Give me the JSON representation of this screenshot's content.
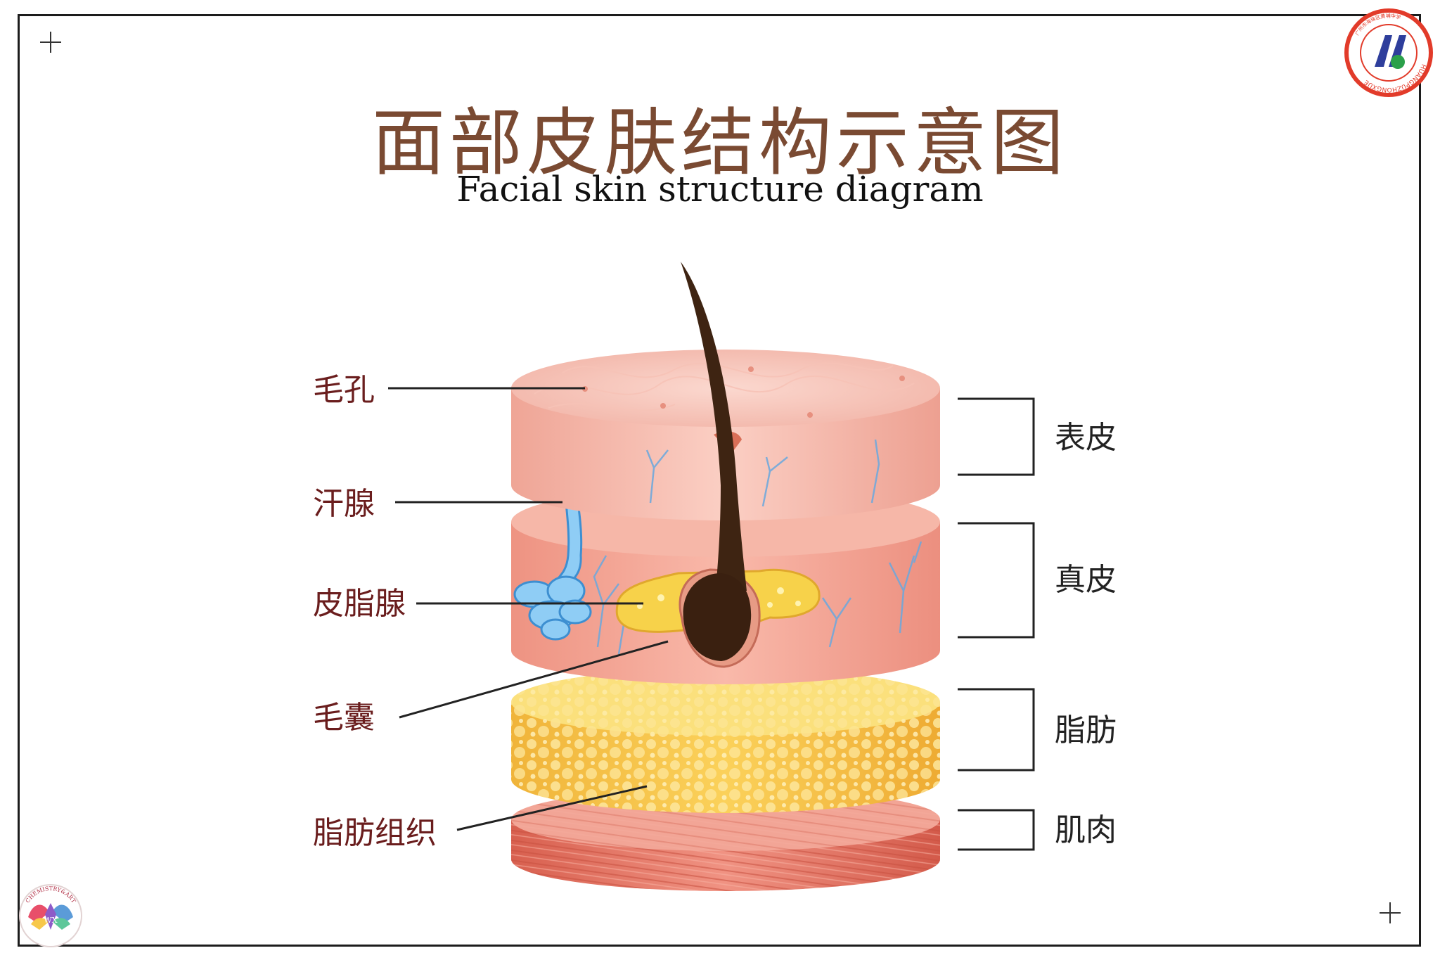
{
  "title": "面部皮肤结构示意图",
  "subtitle": "Facial skin structure diagram",
  "labels_left": {
    "pore": "毛孔",
    "sweat_gland": "汗腺",
    "sebaceous_gland": "皮脂腺",
    "hair_follicle": "毛囊",
    "fat_tissue": "脂肪组织"
  },
  "labels_right": {
    "epidermis": "表皮",
    "dermis": "真皮",
    "fat": "脂肪",
    "muscle": "肌肉"
  },
  "logos": {
    "left_text": "CHEMISTRY&ART",
    "left_mark": "WX",
    "right_text": "HUANGPUZHONGXUE",
    "right_cn": "广州市海珠区黄埔中学"
  },
  "colors": {
    "title": "#7a4a32",
    "label_left": "#6a1d1d",
    "epidermis": "#f2b2a6",
    "dermis": "#ee9d8e",
    "fat": "#f7c64a",
    "muscle": "#e07a6b",
    "hair": "#3e2412",
    "sweat_gland": "#7cc0ee",
    "sebaceous": "#f6d648"
  }
}
